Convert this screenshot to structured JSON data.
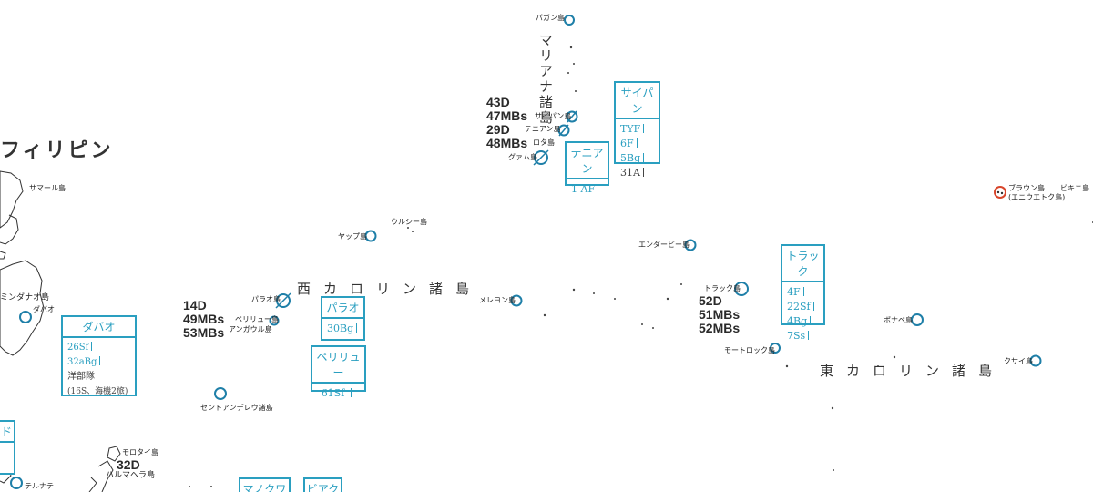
{
  "regions": {
    "philippines": "フィリピン",
    "mariana": "マリアナ諸島",
    "west_caroline": "西カロリン諸島",
    "east_caroline": "東カロリン諸島"
  },
  "islands": {
    "pagan": "パガン島",
    "saipan": "サイパン島",
    "tinian": "テニアン島",
    "rota": "ロタ島",
    "guam": "グァム島",
    "samar": "サマール島",
    "mindanao": "ミンダナオ島",
    "davao": "ダバオ",
    "yap": "ヤップ島",
    "ulithi": "ウルシー島",
    "palau": "パラオ島",
    "peleliu": "ペリリュー島",
    "angaur": "アンガウル島",
    "sonsorol": "セントアンデレウ諸島",
    "woleai": "メレヨン島",
    "enderby": "エンダービー島",
    "truk": "トラック島",
    "mortlock": "モートロック島",
    "ponape": "ポナペ島",
    "kusaie": "クサイ島",
    "brown": "ブラウン島",
    "brown_sub": "(エニウエトク島)",
    "bikini": "ビキニ島",
    "morotai": "モロタイ島",
    "halmahera": "ハルマヘラ島",
    "ternate": "テルナテ"
  },
  "forces": {
    "marianas_1": "43D",
    "marianas_2": "47MBs",
    "marianas_3": "29D",
    "marianas_4": "48MBs",
    "palau_1": "14D",
    "palau_2": "49MBs",
    "palau_3": "53MBs",
    "truk_1": "52D",
    "truk_2": "51MBs",
    "truk_3": "52MBs",
    "halmahera_1": "32D"
  },
  "boxes": {
    "saipan": {
      "title": "サイパン",
      "rows": [
        "TYF",
        "6F",
        "5Bg",
        "31A"
      ]
    },
    "tinian": {
      "title": "テニアン",
      "rows": [
        "1 AF"
      ]
    },
    "truk": {
      "title": "トラック",
      "rows": [
        "4F",
        "22Sf",
        "4Bg",
        "7Ss"
      ]
    },
    "palau": {
      "title": "パラオ",
      "rows": [
        "30Bg"
      ]
    },
    "peleliu": {
      "title": "ペリリュー",
      "rows": [
        "61Sf"
      ]
    },
    "davao": {
      "title": "ダバオ",
      "rows": [
        "26Sf",
        "32aBg",
        "洋部隊",
        "(16S、海機2旅)"
      ]
    },
    "halmahera_partial": {
      "title": "ド"
    },
    "bottom_a": {
      "title": "マノクワリ"
    },
    "bottom_b": {
      "title": "ビアク"
    }
  },
  "colors": {
    "accent": "#2a9fc0",
    "marker": "#1e7fa8",
    "highlight": "#d8452b"
  }
}
